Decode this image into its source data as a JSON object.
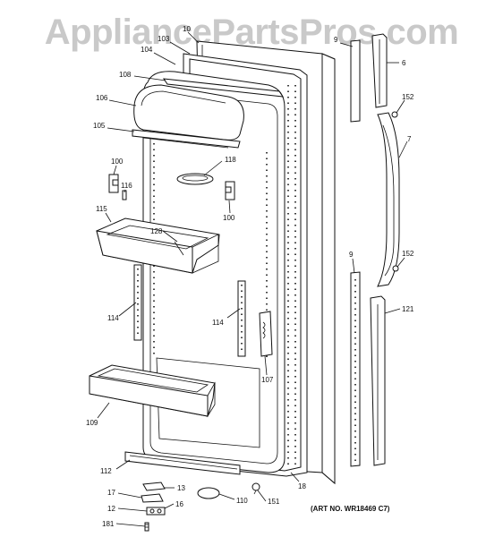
{
  "watermark": "AppliancePartsPros.com",
  "art_no": "(ART NO. WR18469 C7)",
  "callouts": [
    "10",
    "103",
    "104",
    "108",
    "106",
    "105",
    "100",
    "116",
    "115",
    "128",
    "118",
    "100",
    "114",
    "114",
    "107",
    "109",
    "112",
    "13",
    "17",
    "16",
    "12",
    "181",
    "110",
    "151",
    "18",
    "9",
    "6",
    "152",
    "7",
    "9",
    "152",
    "121"
  ]
}
